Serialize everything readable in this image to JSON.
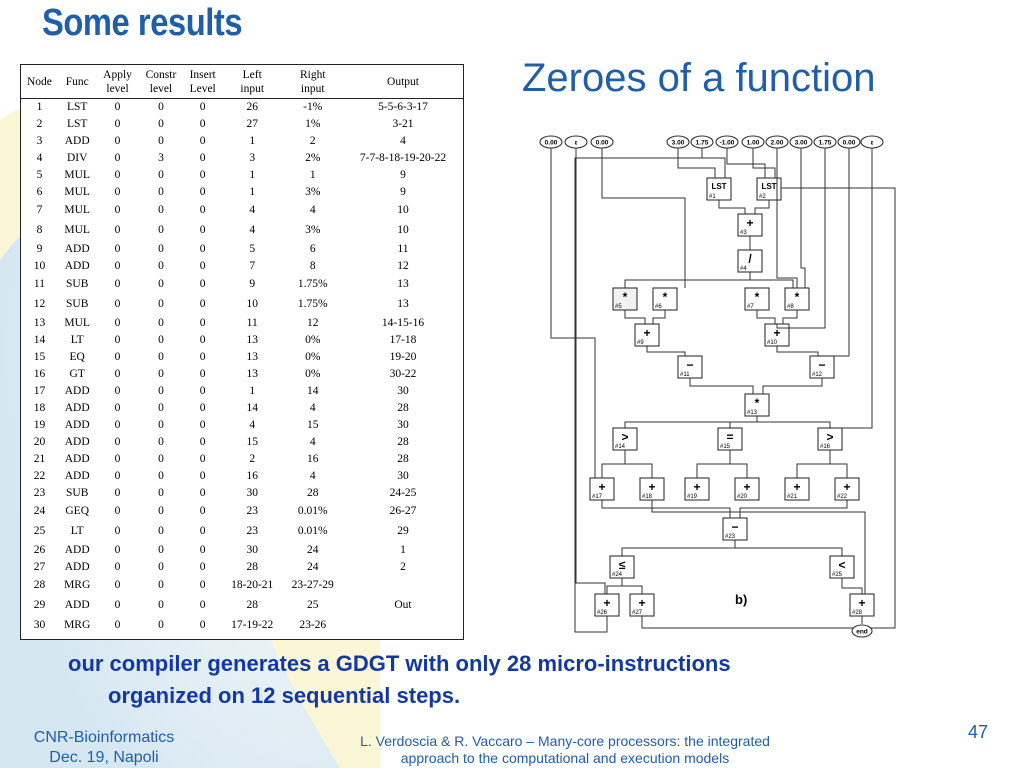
{
  "slide": {
    "title": "Some results",
    "subtitle": "Zeroes of a function",
    "caption_line1": "our compiler generates a GDGT with only 28 micro-instructions",
    "caption_line2": "organized on 12 sequential steps.",
    "footer_left_line1": "CNR-Bioinformatics",
    "footer_left_line2": "Dec. 19, Napoli",
    "footer_center_line1": "L. Verdoscia & R. Vaccaro – Many-core processors: the integrated",
    "footer_center_line2": "approach to the computational and execution models",
    "page_number": "47",
    "colors": {
      "title": "#1f5ea8",
      "caption": "#1338a6",
      "bg_arc": "#dcecfa",
      "bg_yellow": "#fbf7d6"
    }
  },
  "table": {
    "headers": [
      [
        "Node"
      ],
      [
        "Func"
      ],
      [
        "Apply",
        "level"
      ],
      [
        "Constr",
        "level"
      ],
      [
        "Insert",
        "Level"
      ],
      [
        "Left",
        "input"
      ],
      [
        "Right",
        "input"
      ],
      [
        "Output"
      ]
    ],
    "rows": [
      [
        "1",
        "LST",
        "0",
        "0",
        "0",
        "26",
        "-1%",
        "5-5-6-3-17"
      ],
      [
        "2",
        "LST",
        "0",
        "0",
        "0",
        "27",
        "1%",
        "3-21"
      ],
      [
        "3",
        "ADD",
        "0",
        "0",
        "0",
        "1",
        "2",
        "4"
      ],
      [
        "4",
        "DIV",
        "0",
        "3",
        "0",
        "3",
        "2%",
        "7-7-8-18-19-20-22"
      ],
      [
        "5",
        "MUL",
        "0",
        "0",
        "0",
        "1",
        "1",
        "9"
      ],
      [
        "6",
        "MUL",
        "0",
        "0",
        "0",
        "1",
        "3%",
        "9"
      ],
      [
        "7",
        "MUL",
        "0",
        "0",
        "0",
        "4",
        "4",
        "10"
      ],
      [
        "8",
        "MUL",
        "0",
        "0",
        "0",
        "4",
        "3%",
        "10"
      ],
      [
        "9",
        "ADD",
        "0",
        "0",
        "0",
        "5",
        "6",
        "11"
      ],
      [
        "10",
        "ADD",
        "0",
        "0",
        "0",
        "7",
        "8",
        "12"
      ],
      [
        "11",
        "SUB",
        "0",
        "0",
        "0",
        "9",
        "1.75%",
        "13"
      ],
      [
        "12",
        "SUB",
        "0",
        "0",
        "0",
        "10",
        "1.75%",
        "13"
      ],
      [
        "13",
        "MUL",
        "0",
        "0",
        "0",
        "11",
        "12",
        "14-15-16"
      ],
      [
        "14",
        "LT",
        "0",
        "0",
        "0",
        "13",
        "0%",
        "17-18"
      ],
      [
        "15",
        "EQ",
        "0",
        "0",
        "0",
        "13",
        "0%",
        "19-20"
      ],
      [
        "16",
        "GT",
        "0",
        "0",
        "0",
        "13",
        "0%",
        "30-22"
      ],
      [
        "17",
        "ADD",
        "0",
        "0",
        "0",
        "1",
        "14",
        "30"
      ],
      [
        "18",
        "ADD",
        "0",
        "0",
        "0",
        "14",
        "4",
        "28"
      ],
      [
        "19",
        "ADD",
        "0",
        "0",
        "0",
        "4",
        "15",
        "30"
      ],
      [
        "20",
        "ADD",
        "0",
        "0",
        "0",
        "15",
        "4",
        "28"
      ],
      [
        "21",
        "ADD",
        "0",
        "0",
        "0",
        "2",
        "16",
        "28"
      ],
      [
        "22",
        "ADD",
        "0",
        "0",
        "0",
        "16",
        "4",
        "30"
      ],
      [
        "23",
        "SUB",
        "0",
        "0",
        "0",
        "30",
        "28",
        "24-25"
      ],
      [
        "24",
        "GEQ",
        "0",
        "0",
        "0",
        "23",
        "0.01%",
        "26-27"
      ],
      [
        "25",
        "LT",
        "0",
        "0",
        "0",
        "23",
        "0.01%",
        "29"
      ],
      [
        "26",
        "ADD",
        "0",
        "0",
        "0",
        "30",
        "24",
        "1"
      ],
      [
        "27",
        "ADD",
        "0",
        "0",
        "0",
        "28",
        "24",
        "2"
      ],
      [
        "28",
        "MRG",
        "0",
        "0",
        "0",
        "18-20-21",
        "23-27-29",
        ""
      ],
      [
        "29",
        "ADD",
        "0",
        "0",
        "0",
        "28",
        "25",
        "Out"
      ],
      [
        "30",
        "MRG",
        "0",
        "0",
        "0",
        "17-19-22",
        "23-26",
        ""
      ]
    ]
  },
  "diagram": {
    "inputs_left": [
      "0.00",
      "ε",
      "0.00"
    ],
    "inputs_mid": [
      "3.00",
      "1.75",
      "-1.00"
    ],
    "inputs_right": [
      "1.00",
      "2.00",
      "3.00",
      "1.75",
      "0.00",
      "ε"
    ],
    "nodes": [
      {
        "op": "LST",
        "id": "#1"
      },
      {
        "op": "LST",
        "id": "#2"
      },
      {
        "op": "+",
        "id": "#3"
      },
      {
        "op": "/",
        "id": "#4"
      },
      {
        "op": "*",
        "id": "#5"
      },
      {
        "op": "*",
        "id": "#6"
      },
      {
        "op": "*",
        "id": "#7"
      },
      {
        "op": "*",
        "id": "#8"
      },
      {
        "op": "+",
        "id": "#9"
      },
      {
        "op": "+",
        "id": "#10"
      },
      {
        "op": "−",
        "id": "#11"
      },
      {
        "op": "−",
        "id": "#12"
      },
      {
        "op": "*",
        "id": "#13"
      },
      {
        "op": ">",
        "id": "#14"
      },
      {
        "op": "=",
        "id": "#15"
      },
      {
        "op": ">",
        "id": "#16"
      },
      {
        "op": "+",
        "id": "#17"
      },
      {
        "op": "+",
        "id": "#18"
      },
      {
        "op": "+",
        "id": "#19"
      },
      {
        "op": "+",
        "id": "#20"
      },
      {
        "op": "+",
        "id": "#21"
      },
      {
        "op": "+",
        "id": "#22"
      },
      {
        "op": "−",
        "id": "#23"
      },
      {
        "op": "≤",
        "id": "#24"
      },
      {
        "op": "<",
        "id": "#25"
      },
      {
        "op": "+",
        "id": "#26"
      },
      {
        "op": "+",
        "id": "#27"
      },
      {
        "op": "+",
        "id": "#28"
      }
    ],
    "end_label": "end",
    "figure_label": "b)"
  }
}
